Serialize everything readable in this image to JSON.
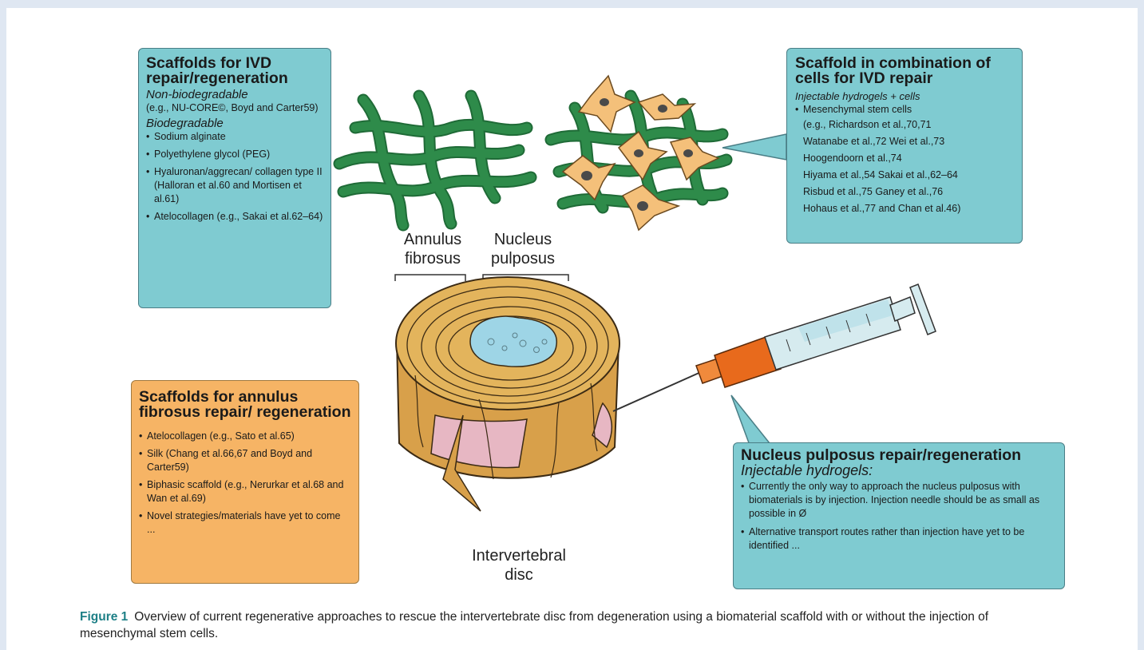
{
  "scaffolds_ivd": {
    "title": "Scaffolds for IVD repair/regeneration",
    "non_bio_heading": "Non-biodegradable",
    "non_bio_text": "(e.g., NU-CORE©, Boyd and Carter59)",
    "bio_heading": "Biodegradable",
    "items": [
      "Sodium alginate",
      "Polyethylene glycol (PEG)",
      "Hyaluronan/aggrecan/ collagen type II (Halloran et al.60 and Mortisen et al.61)",
      "Atelocollagen (e.g., Sakai et al.62–64)"
    ]
  },
  "scaffold_cells": {
    "title": "Scaffold in combination of cells for IVD repair",
    "subtitle": "Injectable hydrogels + cells",
    "item": "Mesenchymal stem cells",
    "refs": [
      "(e.g., Richardson et al.,70,71",
      "Watanabe et al.,72 Wei et al.,73",
      "Hoogendoorn et al.,74",
      "Hiyama et al.,54 Sakai et al.,62–64",
      "Risbud et al.,75 Ganey et al.,76",
      "Hohaus et al.,77 and Chan et al.46)"
    ]
  },
  "scaffolds_af": {
    "title": "Scaffolds for annulus fibrosus repair/ regeneration",
    "items": [
      "Atelocollagen (e.g., Sato et al.65)",
      "Silk (Chang et al.66,67 and Boyd and Carter59)",
      "Biphasic scaffold (e.g., Nerurkar et al.68 and Wan et al.69)",
      "Novel strategies/materials have yet to come ..."
    ]
  },
  "np_repair": {
    "title": "Nucleus pulposus repair/regeneration",
    "subtitle": "Injectable hydrogels:",
    "items": [
      "Currently the only way to approach the nucleus pulposus with biomaterials is by injection. Injection needle should be as small as possible in Ø",
      "Alternative transport routes rather than injection have yet to be identified ..."
    ]
  },
  "labels": {
    "annulus": "Annulus fibrosus",
    "nucleus": "Nucleus pulposus",
    "disc": "Intervertebral disc"
  },
  "caption": {
    "figure": "Figure 1",
    "text": "Overview of current regenerative approaches to rescue the intervertebrate disc from degeneration using a biomaterial scaffold with or without the injection of mesenchymal stem cells."
  },
  "colors": {
    "teal_box": "#7fcbd1",
    "orange_box": "#f6b465",
    "caption_accent": "#1d7f86",
    "scaffold_green": "#2e8b4a",
    "disc_tan": "#e3b45c",
    "nucleus_blue": "#9ed5e6",
    "syringe_orange": "#e86a1c"
  }
}
